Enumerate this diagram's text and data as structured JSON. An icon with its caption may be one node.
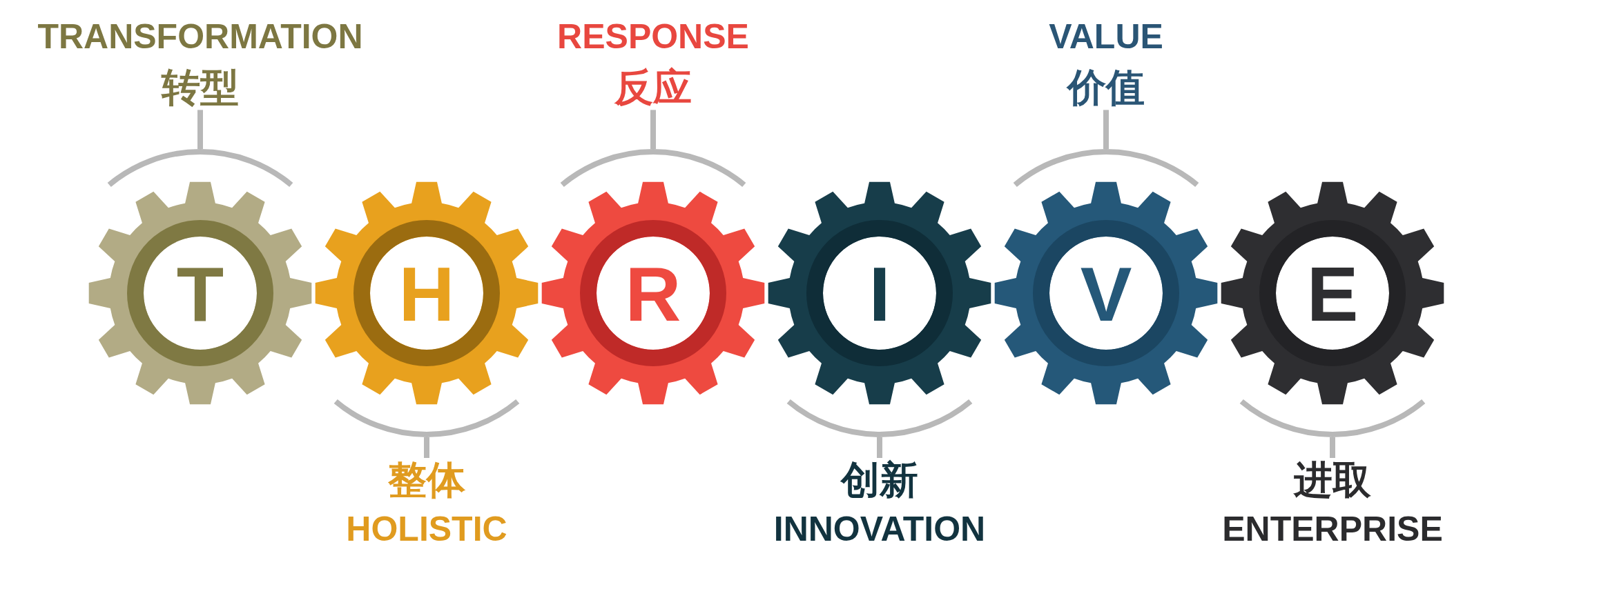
{
  "diagram": {
    "nodes": [
      {
        "text": [
          "TRANSFORMATION",
          "转型"
        ]
      },
      {
        "text": [
          "T"
        ]
      },
      {
        "text": [
          "H"
        ]
      },
      {
        "text": [
          "整体",
          "HOLISTIC"
        ]
      },
      {
        "text": [
          "RESPONSE",
          "反应"
        ]
      },
      {
        "text": [
          "R"
        ]
      },
      {
        "text": [
          "I"
        ]
      },
      {
        "text": [
          "创新",
          "INNOVATION"
        ]
      },
      {
        "text": [
          "VALUE",
          "价值"
        ]
      },
      {
        "text": [
          "V"
        ]
      },
      {
        "text": [
          "E"
        ]
      },
      {
        "text": [
          "进取",
          "ENTERPRISE"
        ]
      }
    ],
    "edges": [
      {
        "from": 0,
        "to": 1,
        "arrow": "none"
      },
      {
        "from": 3,
        "to": 2,
        "arrow": "none"
      },
      {
        "from": 4,
        "to": 5,
        "arrow": "none"
      },
      {
        "from": 7,
        "to": 6,
        "arrow": "none"
      },
      {
        "from": 8,
        "to": 9,
        "arrow": "none"
      },
      {
        "from": 11,
        "to": 10,
        "arrow": "none"
      }
    ]
  }
}
